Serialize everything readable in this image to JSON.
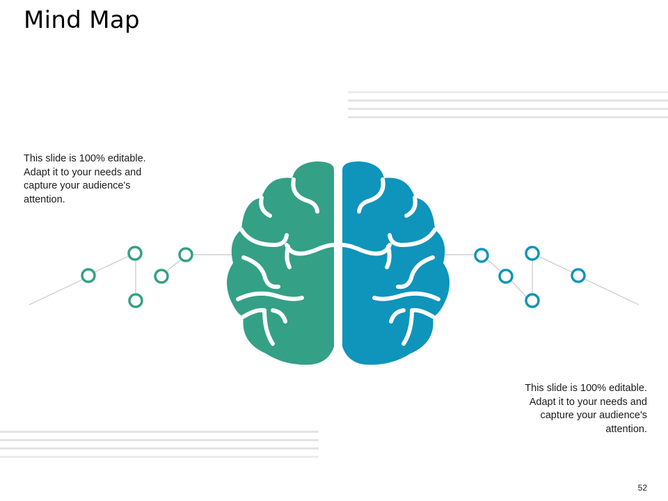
{
  "slide": {
    "title": "Mind Map",
    "left_text": "This slide is 100% editable. Adapt it to your needs and capture your audience's attention.",
    "right_text": "This slide is 100% editable. Adapt it to your needs and capture your audience's attention.",
    "page_number": "52"
  },
  "colors": {
    "left_hemisphere": "#34a086",
    "right_hemisphere": "#0f94bc",
    "connector_line": "#c8c8c8",
    "accent_stripe": "#e6e6e6"
  },
  "icons": {
    "brain": "brain-icon"
  }
}
